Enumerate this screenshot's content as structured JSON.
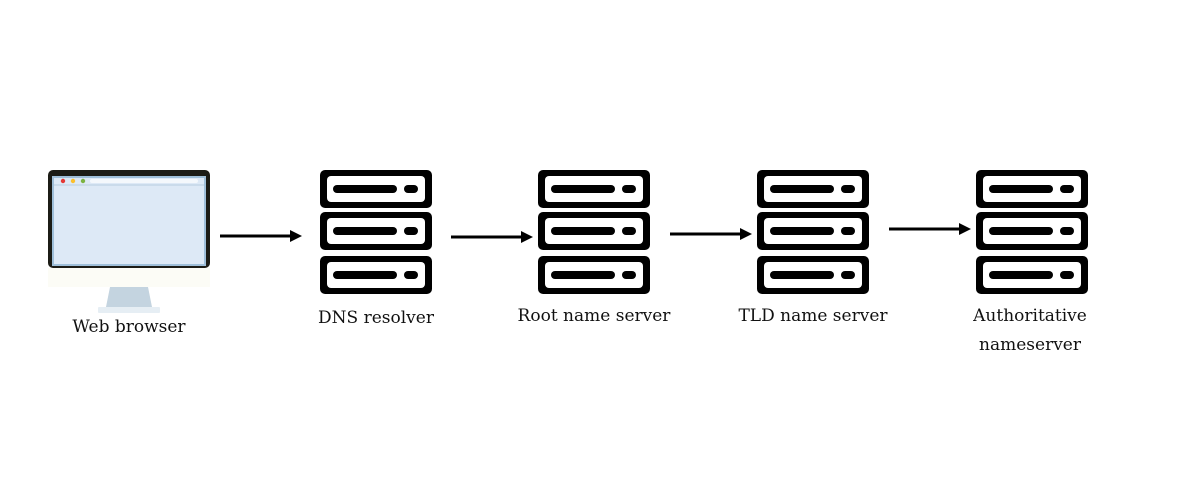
{
  "colors": {
    "background": "#ffffff",
    "server": "#000000",
    "text": "#111111",
    "monitor_bezel": "#1c1c16",
    "screen": "#dde9f6",
    "screen_border": "#9fbfd9",
    "stand": "#c4d4e0",
    "dot_red": "#e53935",
    "dot_yellow": "#fbc02d",
    "dot_green": "#7cb342"
  },
  "nodes": [
    {
      "label": "Web browser",
      "icon": "monitor-icon"
    },
    {
      "label": "DNS resolver",
      "icon": "server-icon"
    },
    {
      "label": "Root name server",
      "icon": "server-icon"
    },
    {
      "label": "TLD name server",
      "icon": "server-icon"
    },
    {
      "label_lines": [
        "Authoritative",
        "nameserver"
      ],
      "icon": "server-icon"
    }
  ],
  "connectors": [
    {
      "from": "Web browser",
      "to": "DNS resolver",
      "icon": "arrow-right-icon"
    },
    {
      "from": "DNS resolver",
      "to": "Root name server",
      "icon": "arrow-right-icon"
    },
    {
      "from": "Root name server",
      "to": "TLD name server",
      "icon": "arrow-right-icon"
    },
    {
      "from": "TLD name server",
      "to": "Authoritative nameserver",
      "icon": "arrow-right-icon"
    }
  ]
}
